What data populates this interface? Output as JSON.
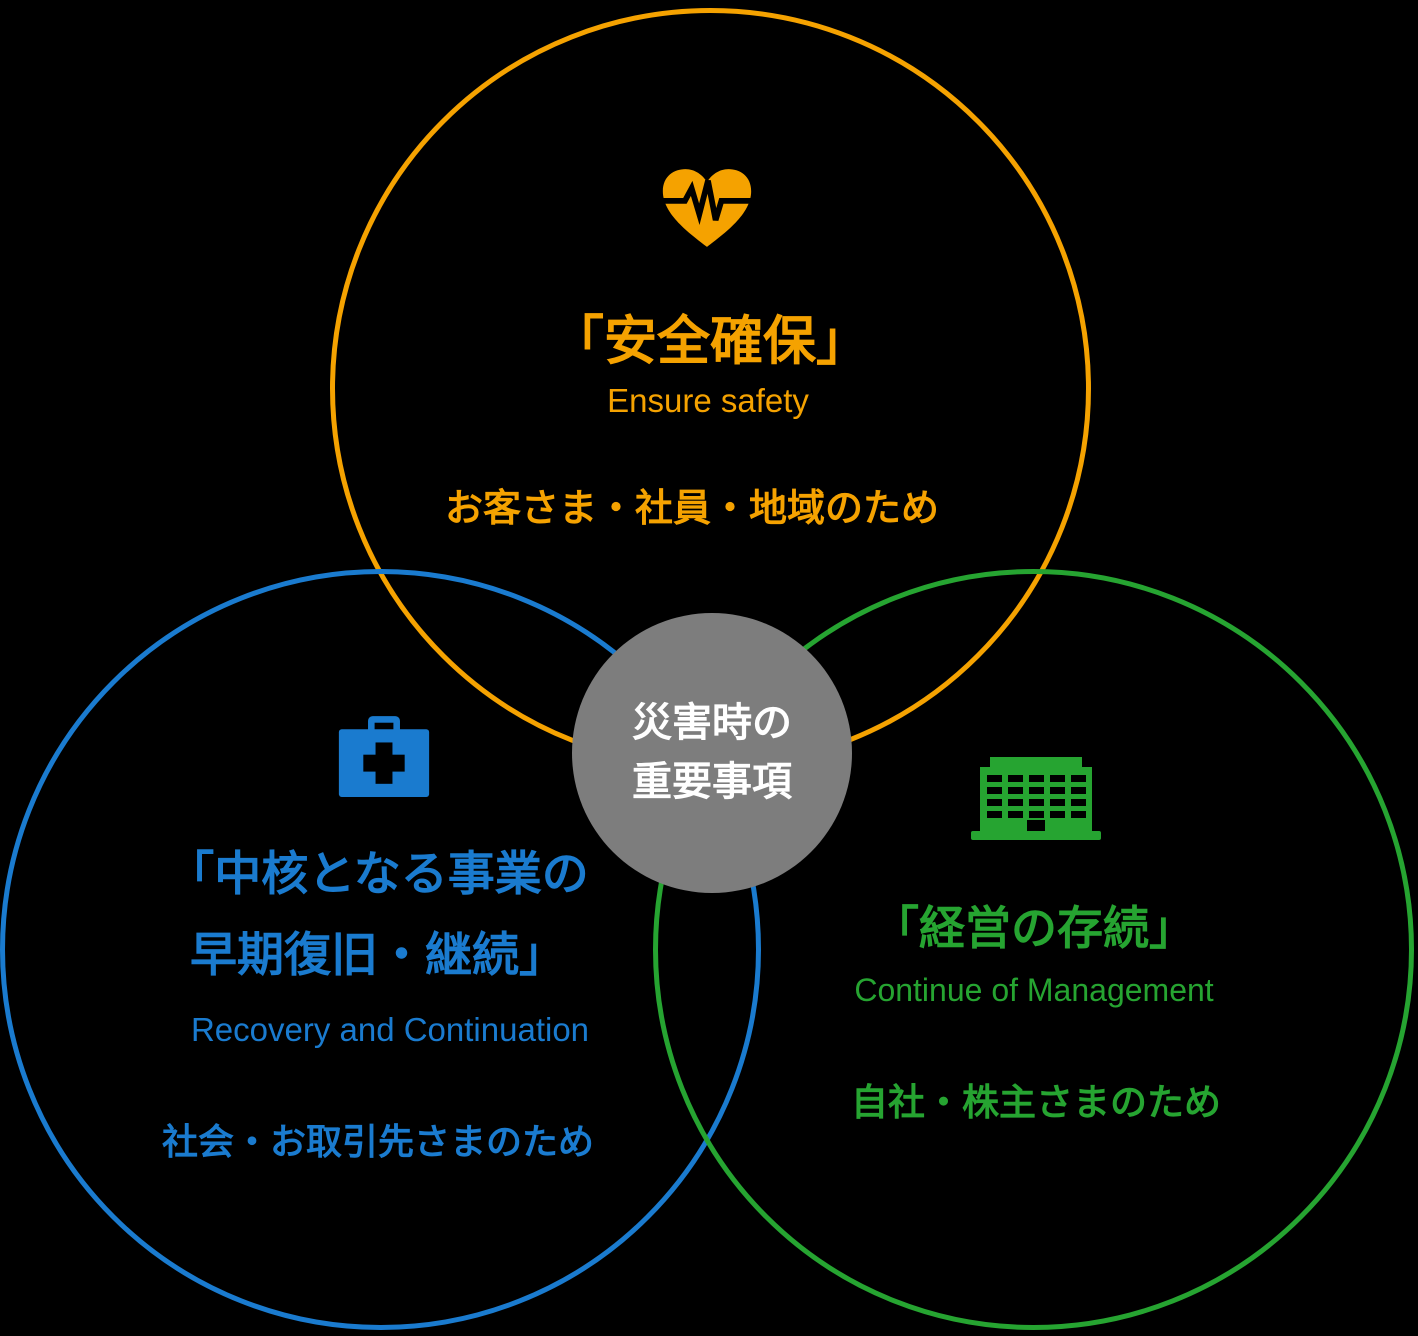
{
  "palette": {
    "orange": "#F5A200",
    "blue": "#1A7BCF",
    "green": "#26A431",
    "gray": "#7D7D7D",
    "background": "#000000",
    "center_text": "#FFFFFF"
  },
  "center_badge": {
    "line1": "災害時の",
    "line2": "重要事項"
  },
  "circles": {
    "safety": {
      "icon": "heartbeat-heart-icon",
      "title": "「安全確保」",
      "subtitle": "Ensure safety",
      "audience": "お客さま・社員・地域のため"
    },
    "recovery": {
      "icon": "first-aid-kit-icon",
      "title_line1": "「中核となる事業の",
      "title_line2": "早期復旧・継続」",
      "subtitle": "Recovery and Continuation",
      "audience": "社会・お取引先さまのため"
    },
    "management": {
      "icon": "office-building-icon",
      "title": "「経営の存続」",
      "subtitle": "Continue of Management",
      "audience": "自社・株主さまのため"
    }
  }
}
